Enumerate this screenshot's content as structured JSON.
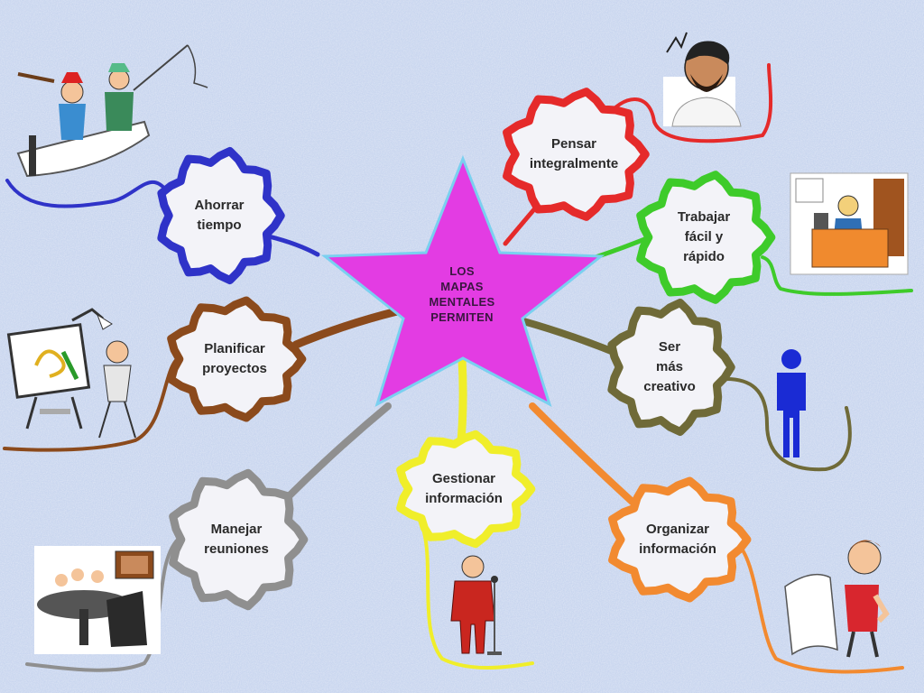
{
  "center": {
    "text": "LOS\nMAPAS\nMENTALES\nPERMITEN",
    "fill": "#e33ce3",
    "stroke": "#7ad0f0"
  },
  "nodes": [
    {
      "id": "ahorrar-tiempo",
      "text": "Ahorrar\ntiempo",
      "color": "#2f33c8"
    },
    {
      "id": "planificar-proyectos",
      "text": "Planificar\nproyectos",
      "color": "#8b4a1c"
    },
    {
      "id": "manejar-reuniones",
      "text": "Manejar\nreuniones",
      "color": "#8f8f8f"
    },
    {
      "id": "gestionar-informacion",
      "text": "Gestionar\ninformación",
      "color": "#f0ee2a"
    },
    {
      "id": "organizar-informacion",
      "text": "Organizar\ninformación",
      "color": "#f28a30"
    },
    {
      "id": "ser-mas-creativo",
      "text": "Ser\nmás\ncreativo",
      "color": "#6f6a38"
    },
    {
      "id": "trabajar-facil-rapido",
      "text": "Trabajar\nfácil y\nrápido",
      "color": "#3ecb2a"
    },
    {
      "id": "pensar-integralmente",
      "text": "Pensar\nintegralmente",
      "color": "#e52a2a"
    }
  ],
  "illustrations": {
    "fishing": "fishing-boat-illustration",
    "thinker": "thinking-man-illustration",
    "office": "office-desk-illustration",
    "artist": "artist-easel-illustration",
    "person": "standing-person-icon",
    "meeting": "meeting-table-illustration",
    "speaker": "speaker-microphone-illustration",
    "reader": "man-reading-scroll-illustration"
  },
  "background": "#c9d6ef"
}
